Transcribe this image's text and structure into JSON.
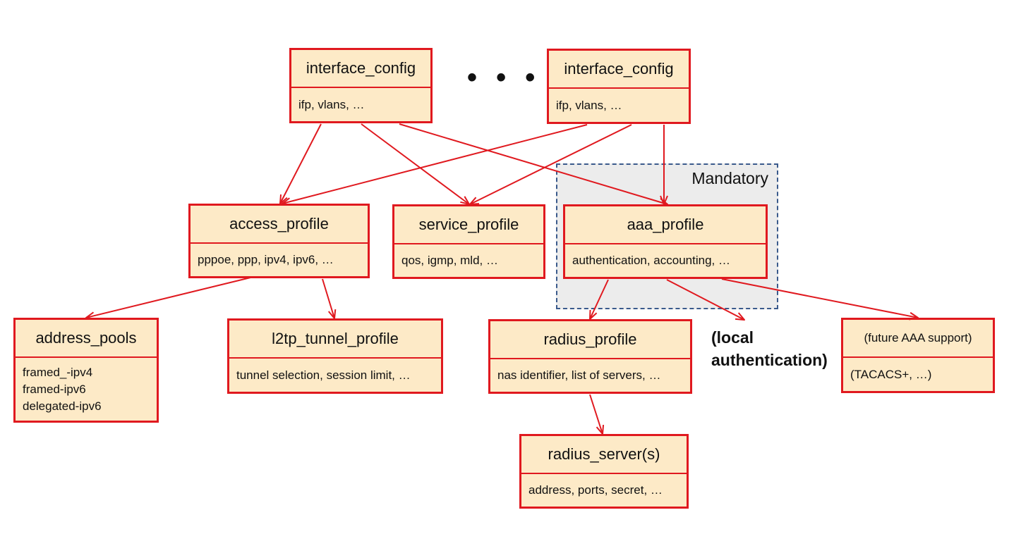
{
  "interface_config_left": {
    "title": "interface_config",
    "content": "ifp, vlans, …"
  },
  "ellipsis": "• • •",
  "interface_config_right": {
    "title": "interface_config",
    "content": "ifp, vlans, …"
  },
  "mandatory_group": {
    "label": "Mandatory"
  },
  "access_profile": {
    "title": "access_profile",
    "content": "pppoe, ppp, ipv4, ipv6, …"
  },
  "service_profile": {
    "title": "service_profile",
    "content": "qos, igmp, mld, …"
  },
  "aaa_profile": {
    "title": "aaa_profile",
    "content": "authentication, accounting, …"
  },
  "address_pools": {
    "title": "address_pools",
    "lines": [
      "framed_-ipv4",
      "framed-ipv6",
      "delegated-ipv6"
    ]
  },
  "l2tp_tunnel_profile": {
    "title": "l2tp_tunnel_profile",
    "content": "tunnel selection, session limit, …"
  },
  "radius_profile": {
    "title": "radius_profile",
    "content": "nas identifier, list of servers, …"
  },
  "local_authentication": {
    "line1": "(local",
    "line2": "authentication)"
  },
  "future_aaa": {
    "title": "(future AAA support)",
    "content": "(TACACS+, …)"
  },
  "radius_server": {
    "title": "radius_server(s)",
    "content": "address, ports, secret, …"
  },
  "colors": {
    "box_border": "#e0191f",
    "box_fill": "#fdeac7",
    "arrow": "#e0191f",
    "mandatory_fill": "#ececec",
    "mandatory_border": "#3a5a8c"
  }
}
